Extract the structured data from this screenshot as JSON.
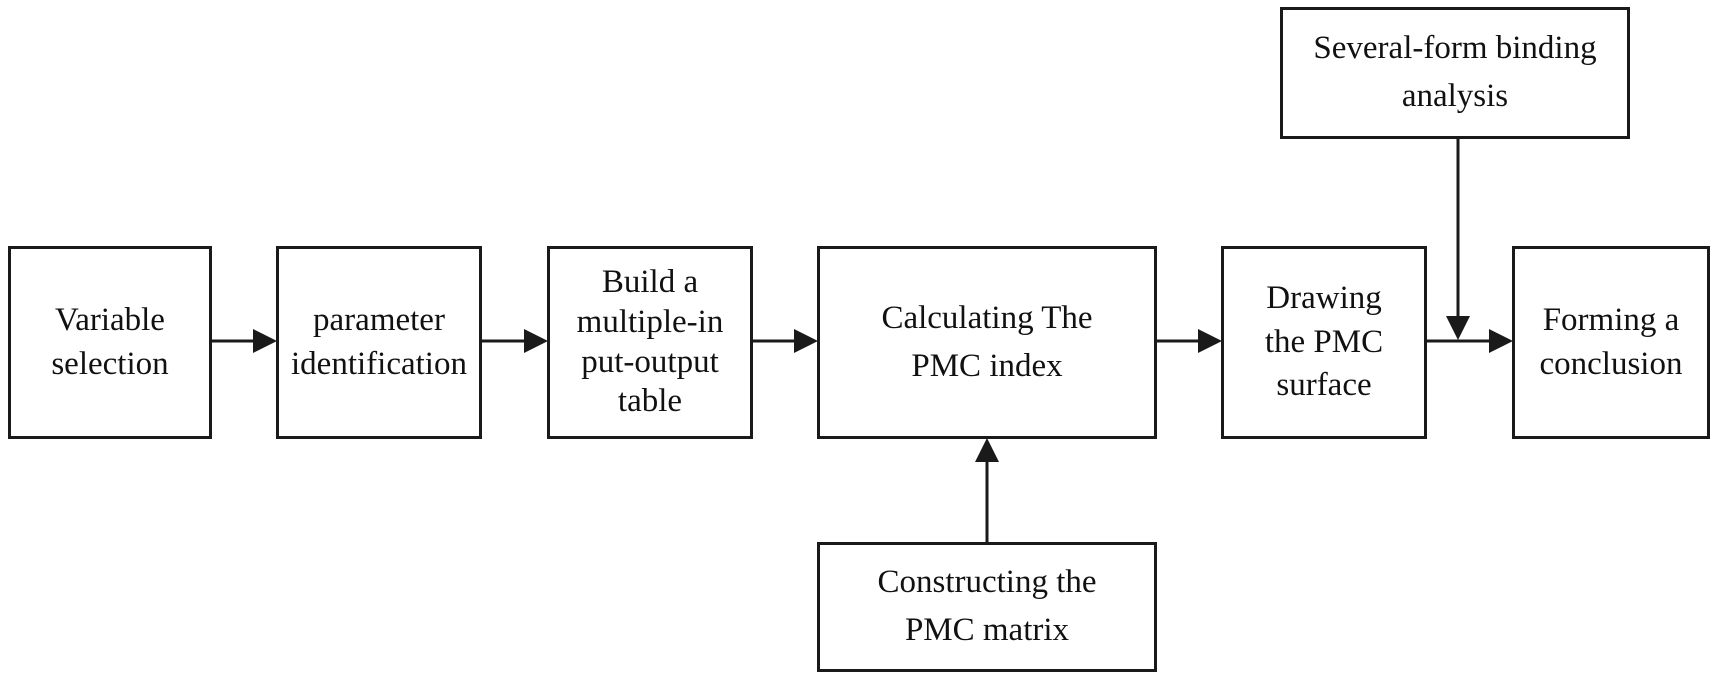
{
  "nodes": {
    "variable_selection": "Variable\nselection",
    "parameter_identification": "parameter\nidentification",
    "build_table": "Build a\nmultiple-in\nput-output\ntable",
    "calculating_index": "Calculating The\nPMC index",
    "drawing_surface": "Drawing\nthe PMC\nsurface",
    "forming_conclusion": "Forming a\nconclusion",
    "constructing_matrix": "Constructing the\nPMC matrix",
    "binding_analysis": "Several-form binding\nanalysis"
  },
  "colors": {
    "stroke": "#1a1a1a",
    "background": "#ffffff"
  }
}
